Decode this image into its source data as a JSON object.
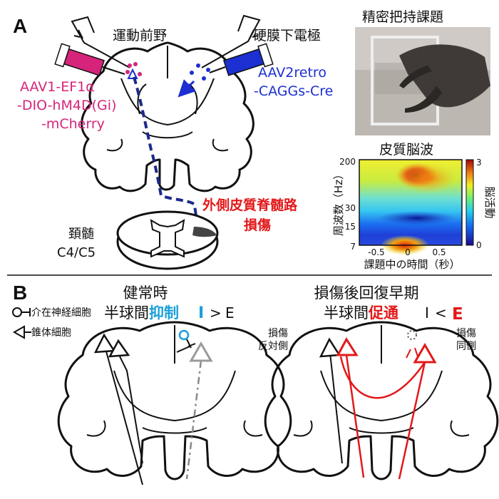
{
  "panel_a": {
    "label": "A",
    "premotor": "運動前野",
    "ecog": "硬膜下電極",
    "aav1_lines": [
      "AAV1-EF1α",
      "-DIO-hM4D(Gi)",
      "-mCherry"
    ],
    "aav2_lines": [
      "AAV2retro",
      "-CAGGs-Cre"
    ],
    "lesion_lines": [
      "外側皮質脊髄路",
      "損傷"
    ],
    "cervical": "頚髄",
    "cervical_level": "C4/C5",
    "task_title": "精密把持課題",
    "ecog_title": "皮質脳波",
    "colorbar_label": "脳活動",
    "colorbar_ticks": [
      "3",
      "0"
    ],
    "ylabel": "周波数（Hz）",
    "yticks": [
      "200",
      "30",
      "15",
      "7"
    ],
    "xlabel": "課題中の時間（秒）",
    "xticks": [
      "-0.5",
      "0",
      "0.5"
    ]
  },
  "panel_b": {
    "label": "B",
    "legend_interneuron": "介在神経細胞",
    "legend_pyramidal": "錐体細胞",
    "healthy_title": "健常時",
    "healthy_sub_prefix": "半球間",
    "healthy_sub_word": "抑制",
    "healthy_I": "I",
    "healthy_gt": ">",
    "healthy_E": "E",
    "recovery_title": "損傷後回復早期",
    "recovery_sub_prefix": "半球間",
    "recovery_sub_word": "促通",
    "recovery_I": "I",
    "recovery_lt": "<",
    "recovery_E": "E",
    "contra_lines": [
      "損傷",
      "反対側"
    ],
    "ipsi_lines": [
      "損傷",
      "同側"
    ]
  },
  "colors": {
    "magenta": "#d6247a",
    "blue": "#1c2fd0",
    "red": "#e3181a",
    "cyan": "#1aa0d8",
    "gray_arrow": "#9a9a9a"
  }
}
